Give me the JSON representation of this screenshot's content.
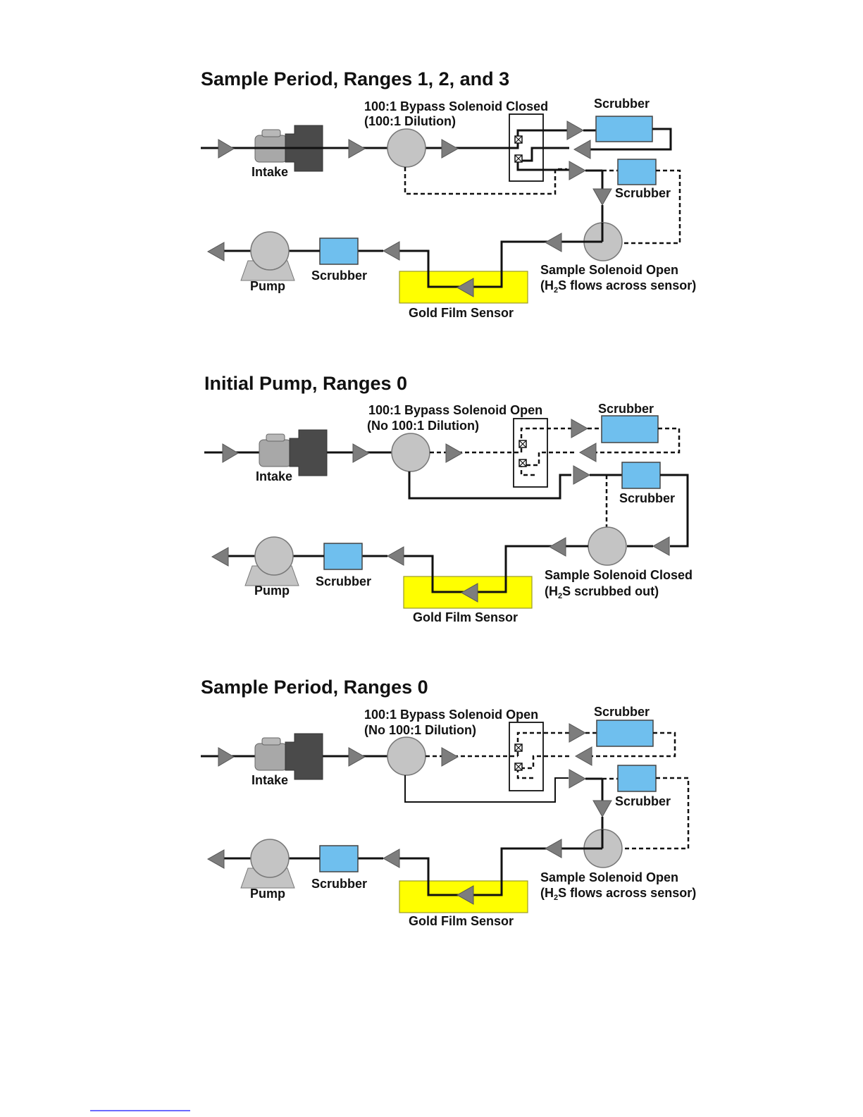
{
  "panels": [
    {
      "title": "Sample Period, Ranges 1, 2, and 3",
      "bypass_label_1": "100:1 Bypass Solenoid Closed",
      "bypass_label_2": "(100:1 Dilution)",
      "scrubber_top": "Scrubber",
      "scrubber_mid": "Scrubber",
      "intake": "Intake",
      "pump": "Pump",
      "scrubber_bottom": "Scrubber",
      "sensor": "Gold Film Sensor",
      "sample_label_1": "Sample Solenoid Open",
      "sample_label_2_pre": "(H",
      "sample_label_2_sub": "2",
      "sample_label_2_post": "S flows across sensor)"
    },
    {
      "title": "Initial Pump, Ranges 0",
      "bypass_label_1": "100:1 Bypass Solenoid Open",
      "bypass_label_2": "(No 100:1 Dilution)",
      "scrubber_top": "Scrubber",
      "scrubber_mid": "Scrubber",
      "intake": "Intake",
      "pump": "Pump",
      "scrubber_bottom": "Scrubber",
      "sensor": "Gold Film Sensor",
      "sample_label_1": "Sample Solenoid Closed",
      "sample_label_2_pre": "(H",
      "sample_label_2_sub": "2",
      "sample_label_2_post": "S scrubbed out)"
    },
    {
      "title": "Sample Period, Ranges 0",
      "bypass_label_1": "100:1 Bypass Solenoid Open",
      "bypass_label_2": "(No 100:1 Dilution)",
      "scrubber_top": "Scrubber",
      "scrubber_mid": "Scrubber",
      "intake": "Intake",
      "pump": "Pump",
      "scrubber_bottom": "Scrubber",
      "sensor": "Gold Film Sensor",
      "sample_label_1": "Sample Solenoid Open",
      "sample_label_2_pre": "(H",
      "sample_label_2_sub": "2",
      "sample_label_2_post": "S flows across sensor)"
    }
  ],
  "colors": {
    "scrubber": "#6fbfee",
    "sensor": "#ffff00",
    "solenoid": "#c4c4c4",
    "arrow": "#7d7d7d",
    "intake_dark": "#4a4a4a",
    "intake_light": "#a8a8a8"
  }
}
